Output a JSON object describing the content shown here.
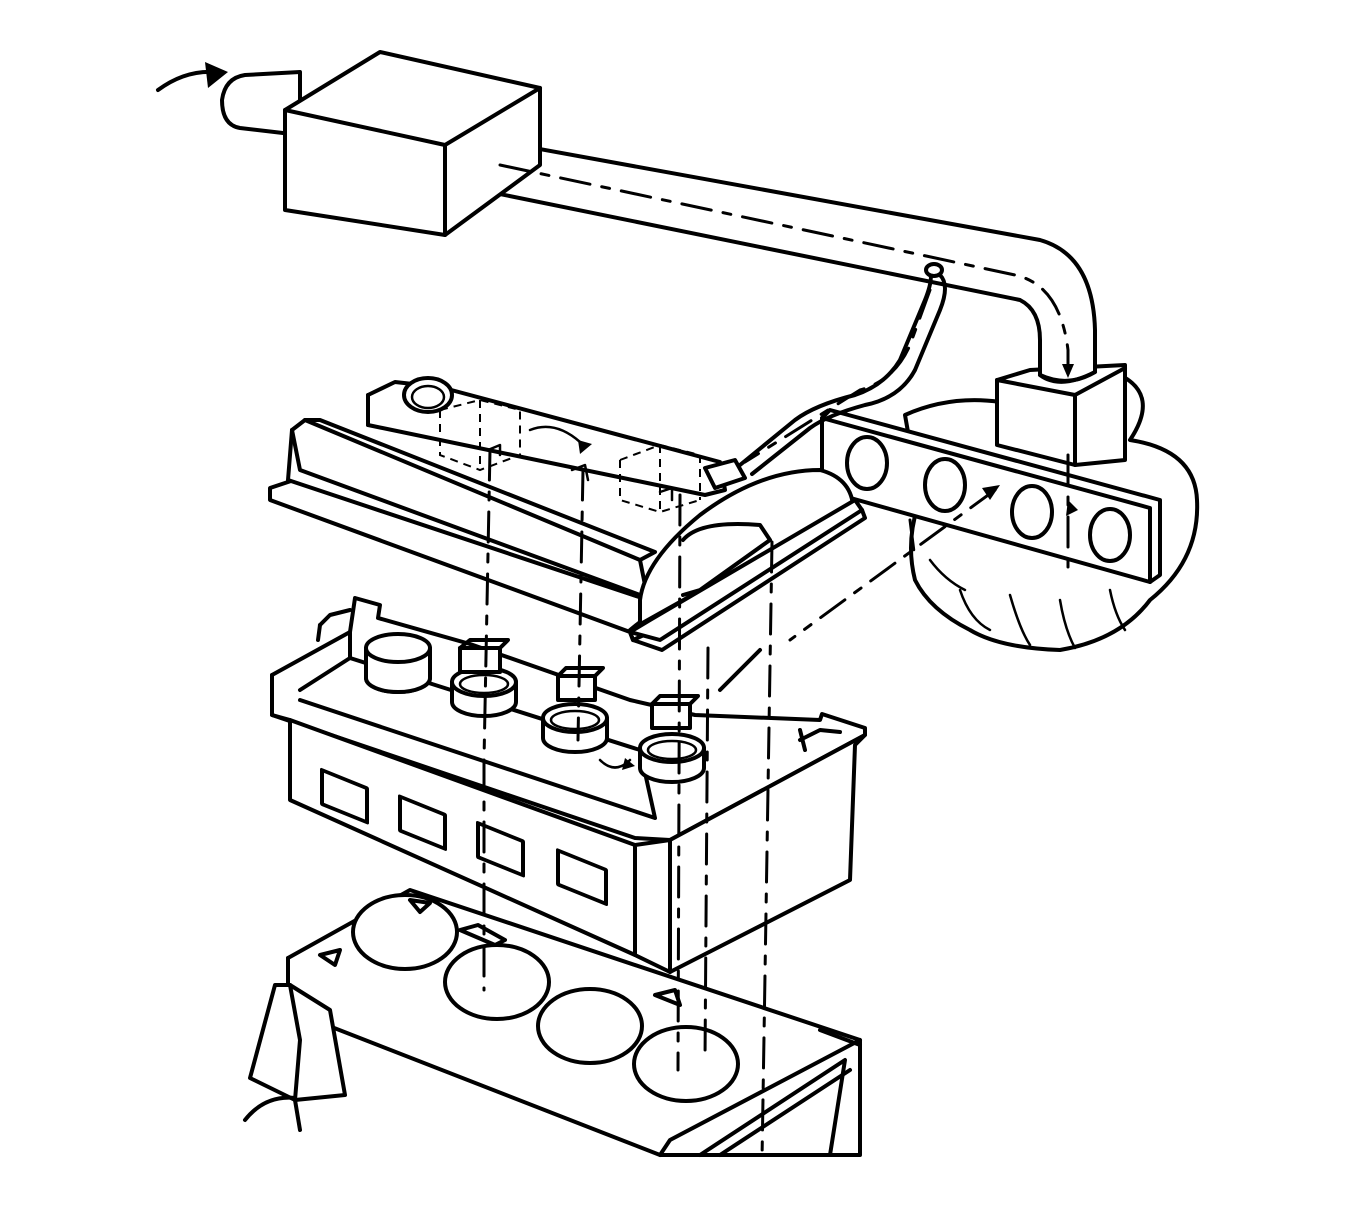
{
  "diagram": {
    "components": [
      {
        "name": "air-inlet-duct"
      },
      {
        "name": "air-cleaner-box"
      },
      {
        "name": "intake-air-tube"
      },
      {
        "name": "throttle-body"
      },
      {
        "name": "intake-manifold"
      },
      {
        "name": "pcv-hose"
      },
      {
        "name": "camshaft-cover"
      },
      {
        "name": "cylinder-head"
      },
      {
        "name": "cylinder-block"
      }
    ],
    "flow_style": "dash-dot with arrowheads",
    "line_color": "#000000",
    "background_color": "#ffffff"
  }
}
